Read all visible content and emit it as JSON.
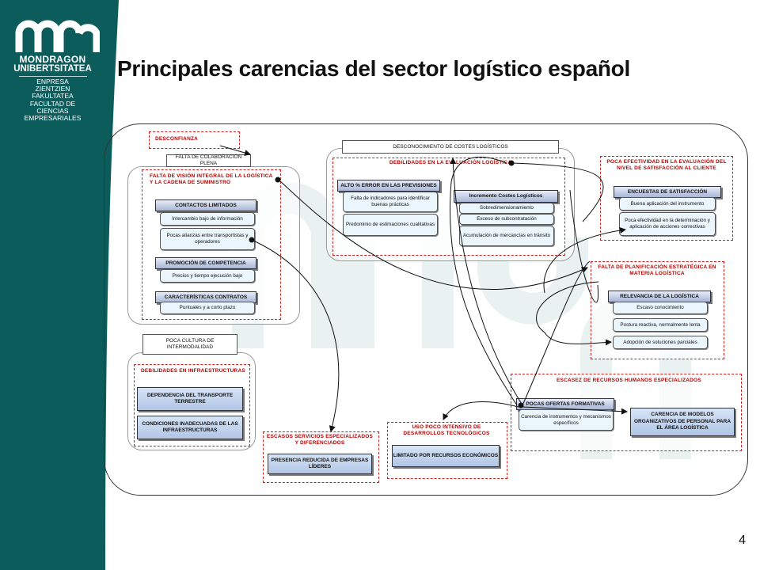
{
  "sidebar": {
    "logo_line1": "MONDRAGON",
    "logo_line2": "UNIBERTSITATEA",
    "faculty_lines": [
      "ENPRESA",
      "ZIENTZIEN",
      "FAKULTATEA",
      "FACULTAD DE",
      "CIENCIAS",
      "EMPRESARIALES"
    ]
  },
  "title": "Principales carencias del sector logístico español",
  "page_number": "4",
  "diagram": {
    "desconfianza": "DESCONFIANZA",
    "falta_colaboracion": "FALTA DE COLABORACIÓN PLENA",
    "vision_integral": "FALTA DE VISIÓN INTEGRAL DE LA LOGÍSTICA Y LA CADENA DE SUMINISTRO",
    "contactos_limitados": "CONTACTOS LIMITADOS",
    "intercambio": "Intercambio bajo de información",
    "pocas_alianzas": "Pocas alianzas entre transportistas y operadores",
    "promocion": "PROMOCIÓN DE COMPETENCIA",
    "precios": "Precios y tiempo ejecución bajo",
    "caracteristicas": "CARACTERÍSTICAS CONTRATOS",
    "puntuales": "Puntuales y a corto plazo",
    "cultura_intermodalidad": "POCA CULTURA DE INTERMODALIDAD",
    "debilidades_infra": "DEBILIDADES EN INFRAESTRUCTURAS",
    "dependencia": "DEPENDENCIA DEL TRANSPORTE TERRESTRE",
    "condiciones": "CONDICIONES INADECUADAS DE LAS INFRAESTRUCTURAS",
    "desconocimiento": "DESCONOCIMIENTO DE COSTES LOGÍSTICOS",
    "debilidades_eval": "DEBILIDADES EN LA EVALUACIÓN LOGÍSTICA",
    "alto_error": "ALTO % ERROR EN LAS PREVISIONES",
    "falta_indicadores": "Falta de indicadores para identificar buenas prácticas",
    "predominio": "Predominio de estimaciones cualitativas",
    "incremento_costes": "Incremento Costes Logísticos",
    "sobredimensionamiento": "Sobredimensionamiento",
    "exceso": "Exceso de subcontratación",
    "acumulacion": "Acumulación de mercancías en tránsito",
    "poca_efectividad": "POCA EFECTIVIDAD EN LA EVALUACIÓN DEL NIVEL DE SATISFACCIÓN AL CLIENTE",
    "encuestas": "ENCUESTAS DE SATISFACCIÓN",
    "buena_aplicacion": "Buena aplicación del instrumento",
    "poca_efectividad_det": "Poca efectividad en la determinación y aplicación de acciones correctivas",
    "falta_planificacion": "FALTA DE PLANIFICACIÓN ESTRATÉGICA EN MATERIA LOGÍSTICA",
    "relevancia": "RELEVANCIA DE LA LOGÍSTICA",
    "escaso": "Escaso conocimiento",
    "postura": "Postura reactiva, normalmente lenta",
    "adopcion": "Adopción de soluciones parciales",
    "escasez_rrhh": "ESCASEZ DE RECURSOS HUMANOS ESPECIALIZADOS",
    "pocas_ofertas": "POCAS OFERTAS FORMATIVAS",
    "carencia_instrumentos": "Carencia de instrumentos y mecanismos específicos",
    "carencia_modelos": "CARENCIA DE MODELOS ORGANIZATIVOS DE PERSONAL PARA EL ÁREA LOGÍSTICA",
    "escasos_servicios": "ESCASOS SERVICIOS ESPECIALIZADOS Y DIFERENCIADOS",
    "presencia": "PRESENCIA REDUCIDA DE EMPRESAS LÍDERES",
    "uso_poco": "USO POCO INTENSIVO DE DESARROLLOS TECNOLÓGICOS",
    "limitado": "LIMITADO POR RECURSOS ECONÓMICOS"
  }
}
